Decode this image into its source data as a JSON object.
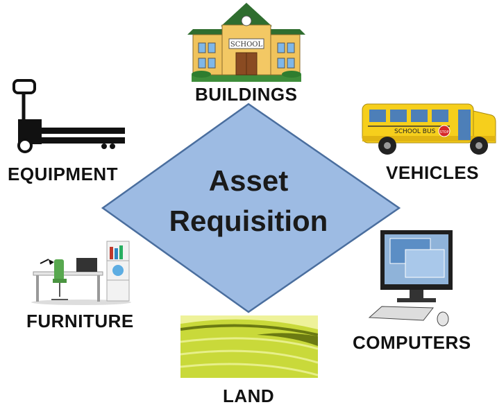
{
  "center": {
    "line1": "Asset",
    "line2": "Requisition"
  },
  "nodes": {
    "buildings": "BUILDINGS",
    "vehicles": "VEHICLES",
    "equipment": "EQUIPMENT",
    "furniture": "FURNITURE",
    "computers": "COMPUTERS",
    "land": "LAND"
  },
  "art_text": {
    "school_sign": "SCHOOL",
    "bus_sign": "SCHOOL BUS",
    "stop_sign": "STOP"
  },
  "colors": {
    "diamond_fill": "#9dbbe3",
    "diamond_stroke": "#4a6e9e",
    "bus": "#f6cf1c",
    "land": "#c9d93a"
  }
}
